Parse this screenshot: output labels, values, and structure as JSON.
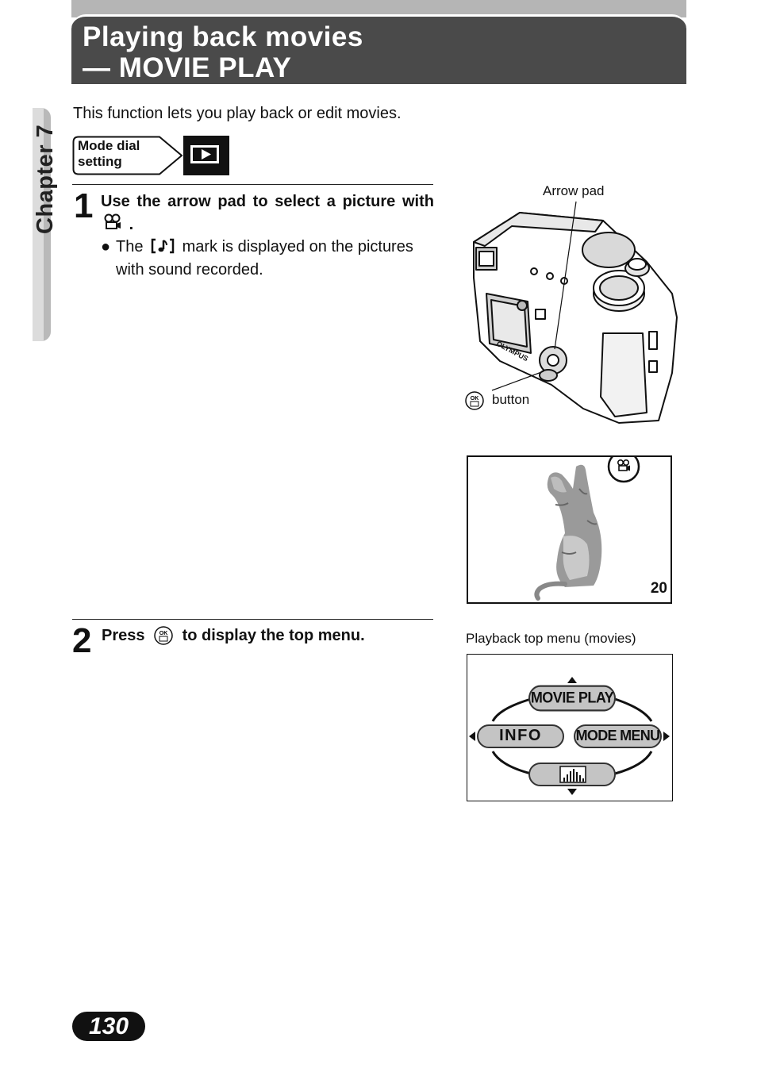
{
  "header": {
    "title_line1": "Playing back movies",
    "title_line2": "— MOVIE PLAY"
  },
  "chapter": {
    "label": "Chapter 7"
  },
  "intro": "This function lets you play back or edit movies.",
  "mode_dial": {
    "label_line1": "Mode dial",
    "label_line2": "setting",
    "icon": "playback-icon"
  },
  "step1": {
    "number": "1",
    "text_before": "Use the arrow pad to select a picture with",
    "text_after": ".",
    "icon": "movie-icon",
    "bullet_before": "The",
    "bullet_icon": "sound-mark-icon",
    "bullet_after": "mark is displayed on the pictures with sound recorded."
  },
  "camera_figure": {
    "arrow_pad_label": "Arrow pad",
    "button_label": "button",
    "button_icon": "ok-menu-button-icon",
    "brand": "OLYMPUS"
  },
  "cat_screen": {
    "frame_number": "20",
    "icon": "movie-icon"
  },
  "step2": {
    "number": "2",
    "text_before": "Press",
    "icon": "ok-menu-button-icon",
    "text_after": "to display the top menu."
  },
  "playback_menu": {
    "caption": "Playback top menu (movies)",
    "top": "MOVIE PLAY",
    "left": "INFO",
    "right": "MODE MENU",
    "bottom_icon": "histogram-icon"
  },
  "page_number": "130"
}
